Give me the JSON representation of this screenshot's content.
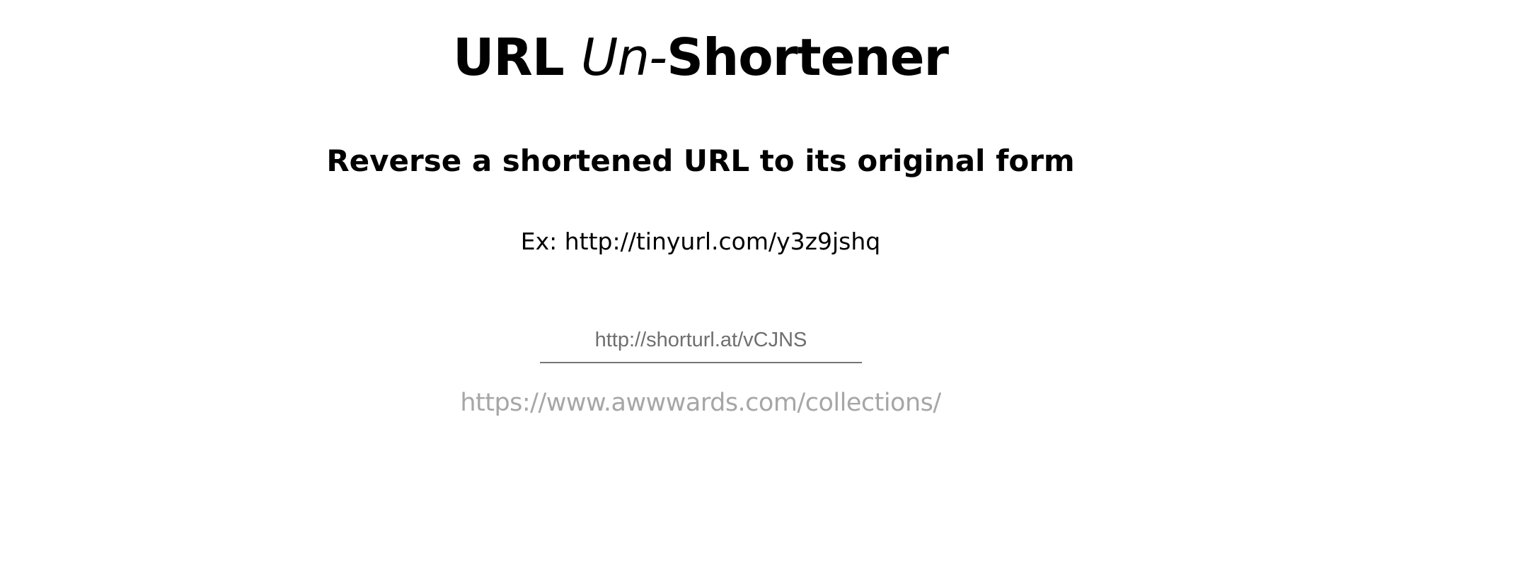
{
  "header": {
    "title_part1": "URL ",
    "title_emphasis": "Un-",
    "title_part2": "Shortener"
  },
  "subtitle": "Reverse a shortened URL to its original form",
  "example": "Ex: http://tinyurl.com/y3z9jshq",
  "input": {
    "value": "",
    "placeholder": "http://shorturl.at/vCJNS"
  },
  "result": {
    "text": "https://www.awwwards.com/collections/"
  },
  "colors": {
    "text": "#000000",
    "result": "#a6a6a6",
    "placeholder": "#6f6f6f",
    "underline": "#767676",
    "background": "#ffffff"
  }
}
